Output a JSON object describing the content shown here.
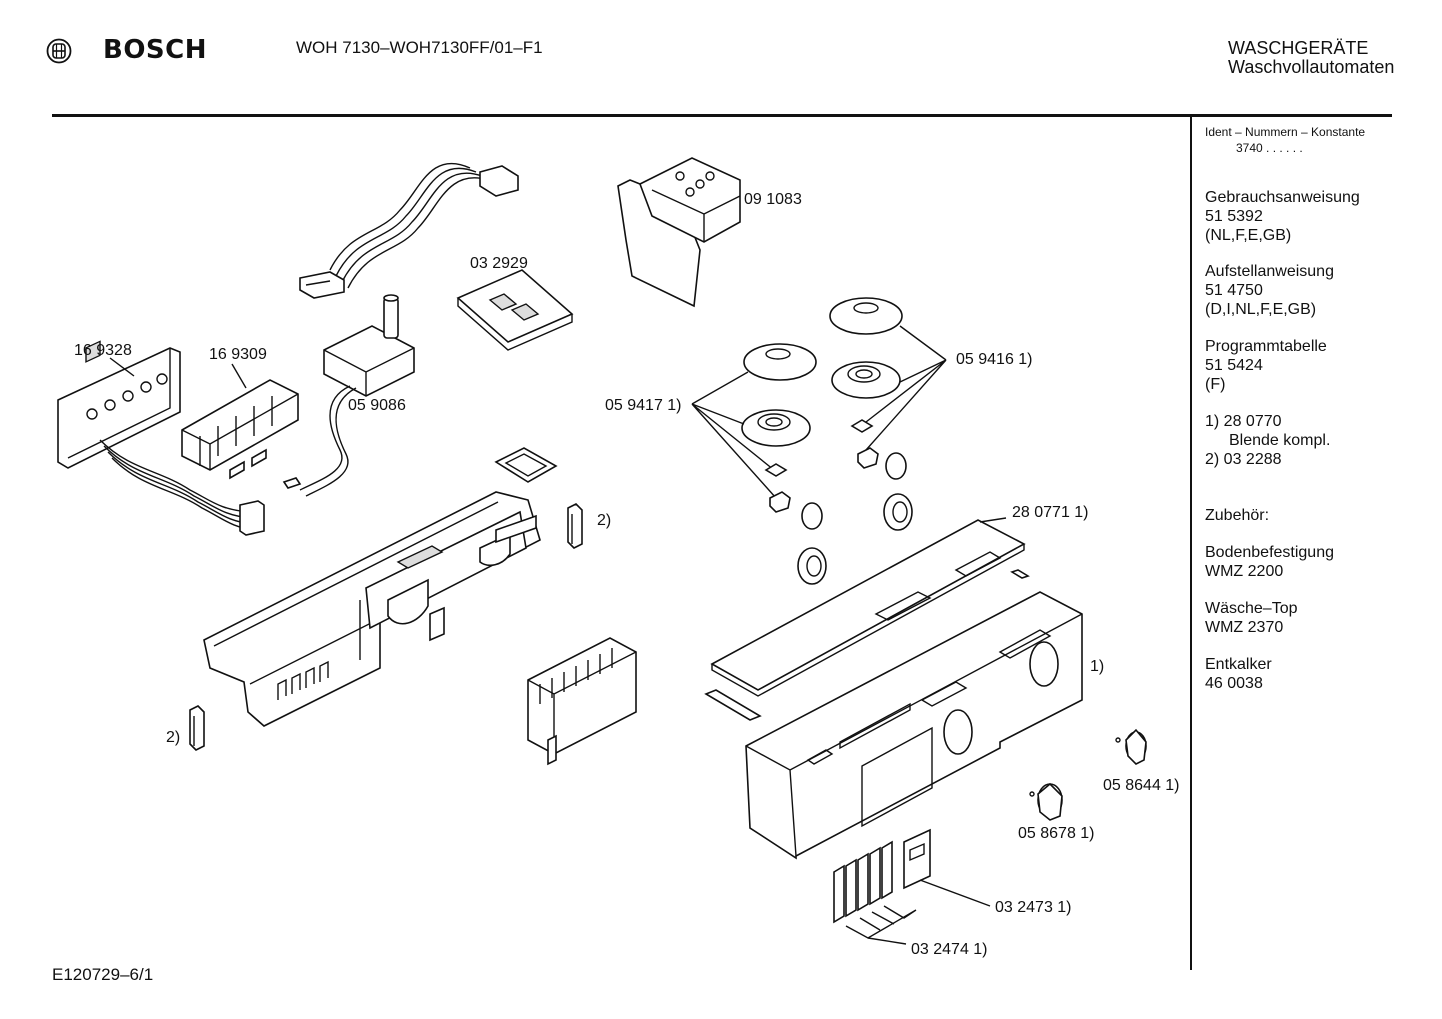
{
  "header": {
    "brand": "BOSCH",
    "model": "WOH 7130–WOH7130FF/01–F1",
    "category_line1": "WASCHGERÄTE",
    "category_line2": "Waschvollautomaten"
  },
  "footer": {
    "code": "E120729–6/1"
  },
  "sidebar": {
    "ident_title": "Ident – Nummern – Konstante",
    "ident_value": "3740  .  .    .  .  .  .",
    "gebrauch": {
      "title": "Gebrauchsanweisung",
      "number": "51 5392",
      "langs": "(NL,F,E,GB)"
    },
    "aufstell": {
      "title": "Aufstellanweisung",
      "number": "51 4750",
      "langs": "(D,I,NL,F,E,GB)"
    },
    "programm": {
      "title": "Programmtabelle",
      "number": "51 5424",
      "langs": "(F)"
    },
    "footnote1_num": "1)  28 0770",
    "footnote1_text": "Blende kompl.",
    "footnote2": "2)  03 2288",
    "zubehoer": "Zubehör:",
    "boden": {
      "title": "Bodenbefestigung",
      "number": "WMZ 2200"
    },
    "waesche": {
      "title": "Wäsche–Top",
      "number": "WMZ 2370"
    },
    "entkalker": {
      "title": "Entkalker",
      "number": "46 0038"
    }
  },
  "parts": {
    "p169328": "16 9328",
    "p169309": "16 9309",
    "p059086": "05 9086",
    "p032929": "03 2929",
    "p091083": "09 1083",
    "p059417": "05 9417 1)",
    "p059416": "05 9416 1)",
    "p280771": "28 0771 1)",
    "p_fn1": "1)",
    "p_fn2_a": "2)",
    "p_fn2_b": "2)",
    "p058644": "05 8644 1)",
    "p058678": "05 8678 1)",
    "p032473": "03 2473 1)",
    "p032474": "03 2474 1)"
  }
}
